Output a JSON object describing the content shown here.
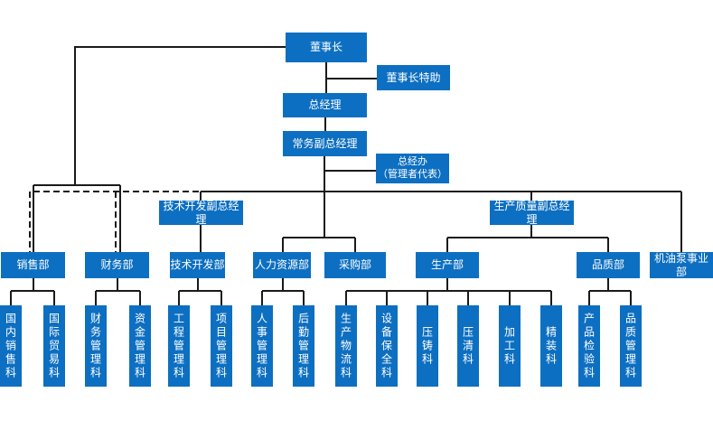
{
  "palette": {
    "box_blue": "#0d6fc1",
    "box_text": "#ffffff",
    "line_color": "#1a1a1a",
    "background": "#ffffff"
  },
  "org_chart": {
    "executives": {
      "chairman": "董事长",
      "chairman_assistant": "董事长特助",
      "general_manager": "总经理",
      "executive_deputy_gm": "常务副总经理",
      "gm_office_line1": "总经办",
      "gm_office_line2": "（管理者代表）",
      "tech_dev_deputy_gm": "技术开发副总经理",
      "prod_quality_deputy_gm": "生产质量副总经理"
    },
    "departments": [
      {
        "id": "sales",
        "label": "销售部"
      },
      {
        "id": "finance",
        "label": "财务部"
      },
      {
        "id": "tech-dev",
        "label": "技术开发部"
      },
      {
        "id": "hr",
        "label": "人力资源部"
      },
      {
        "id": "purchasing",
        "label": "采购部"
      },
      {
        "id": "production",
        "label": "生产部"
      },
      {
        "id": "quality",
        "label": "品质部"
      },
      {
        "id": "oil-pump-division",
        "label": "机油泵事业部"
      }
    ],
    "sections": [
      {
        "id": "domestic-sales",
        "label": "国内销售科"
      },
      {
        "id": "international-trade",
        "label": "国际贸易科"
      },
      {
        "id": "financial-management",
        "label": "财务管理科"
      },
      {
        "id": "funds-management",
        "label": "资金管理科"
      },
      {
        "id": "engineering-management",
        "label": "工程管理科"
      },
      {
        "id": "project-management",
        "label": "项目管理科"
      },
      {
        "id": "personnel-management",
        "label": "人事管理科"
      },
      {
        "id": "logistics-management",
        "label": "后勤管理科"
      },
      {
        "id": "production-logistics",
        "label": "生产物流科"
      },
      {
        "id": "equipment-maintenance",
        "label": "设备保全科"
      },
      {
        "id": "die-casting",
        "label": "压铸科"
      },
      {
        "id": "pressure-cleaning",
        "label": "压清科"
      },
      {
        "id": "machining",
        "label": "加工科"
      },
      {
        "id": "finishing",
        "label": "精装科"
      },
      {
        "id": "product-inspection",
        "label": "产品检验科"
      },
      {
        "id": "quality-management",
        "label": "品质管理科"
      }
    ]
  }
}
